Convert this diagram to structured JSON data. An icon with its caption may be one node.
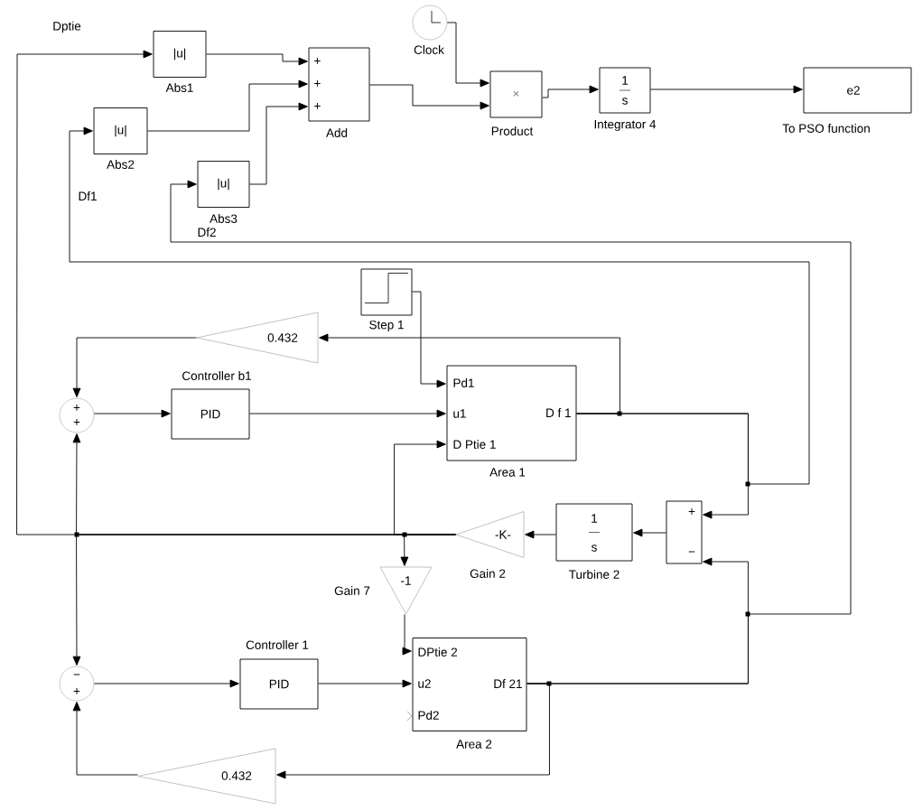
{
  "diagram": {
    "nodes": [
      {
        "text": [
          "|u|",
          "Abs1"
        ]
      },
      {
        "text": [
          "|u|",
          "Abs2"
        ]
      },
      {
        "text": [
          "|u|",
          "Abs3"
        ]
      },
      {
        "text": [
          "+",
          "+",
          "+",
          "Add"
        ]
      },
      {
        "text": [
          "Clock"
        ]
      },
      {
        "text": [
          "×",
          "Product"
        ]
      },
      {
        "text": [
          "1",
          "s",
          "Integrator 4"
        ]
      },
      {
        "text": [
          "e2",
          "To PSO function"
        ]
      },
      {
        "text": [
          "Step 1"
        ]
      },
      {
        "text": [
          "0.432"
        ]
      },
      {
        "text": [
          "+",
          "+"
        ]
      },
      {
        "text": [
          "Controller b1",
          "PID"
        ]
      },
      {
        "text": [
          "Pd1",
          "u1",
          "D Ptie 1",
          "D f 1",
          "Area 1"
        ]
      },
      {
        "text": [
          "+",
          "−"
        ]
      },
      {
        "text": [
          "1",
          "s",
          "Turbine 2"
        ]
      },
      {
        "text": [
          "-K-",
          "Gain 2"
        ]
      },
      {
        "text": [
          "-1"
        ],
        "beside": [
          "Gain 7"
        ]
      },
      {
        "text": [
          "−",
          "+"
        ]
      },
      {
        "text": [
          "Controller 1",
          "PID"
        ]
      },
      {
        "text": [
          "DPtie 2",
          "u2",
          "Pd2",
          "Df 21",
          "Area 2"
        ]
      },
      {
        "text": [
          "0.432"
        ]
      }
    ],
    "edges": [
      {
        "from": 0,
        "to": 3,
        "arrow": "to"
      },
      {
        "from": 1,
        "to": 3,
        "arrow": "to"
      },
      {
        "from": 2,
        "to": 3,
        "arrow": "to"
      },
      {
        "from": 4,
        "to": 5,
        "arrow": "to"
      },
      {
        "from": 3,
        "to": 5,
        "arrow": "to"
      },
      {
        "from": 5,
        "to": 6,
        "arrow": "to"
      },
      {
        "from": 6,
        "to": 7,
        "arrow": "to"
      },
      {
        "from": 8,
        "to": 12,
        "arrow": "to"
      },
      {
        "from": 11,
        "to": 12,
        "arrow": "to"
      },
      {
        "from": 12,
        "to": 9,
        "arrow": "to"
      },
      {
        "from": 9,
        "to": 10,
        "arrow": "to"
      },
      {
        "from": 10,
        "to": 11,
        "arrow": "to"
      },
      {
        "from": 12,
        "to": 13,
        "arrow": "to"
      },
      {
        "from": 12,
        "to": 1,
        "arrow": "to"
      },
      {
        "from": 13,
        "to": 14,
        "arrow": "to"
      },
      {
        "from": 14,
        "to": 15,
        "arrow": "to"
      },
      {
        "from": 15,
        "to": 10,
        "arrow": "to"
      },
      {
        "from": 15,
        "to": 17,
        "arrow": "to"
      },
      {
        "from": 15,
        "to": 0,
        "arrow": "to"
      },
      {
        "from": 15,
        "to": 12,
        "arrow": "to"
      },
      {
        "from": 15,
        "to": 16,
        "arrow": "to"
      },
      {
        "from": 16,
        "to": 19,
        "arrow": "to"
      },
      {
        "from": 17,
        "to": 18,
        "arrow": "to"
      },
      {
        "from": 18,
        "to": 19,
        "arrow": "to"
      },
      {
        "from": 19,
        "to": 20,
        "arrow": "to"
      },
      {
        "from": 20,
        "to": 17,
        "arrow": "to"
      },
      {
        "from": 19,
        "to": 13,
        "arrow": "to"
      },
      {
        "from": 19,
        "to": 2,
        "arrow": "to"
      }
    ],
    "labels": [
      "Dptie",
      "Df1",
      "Df2"
    ]
  }
}
